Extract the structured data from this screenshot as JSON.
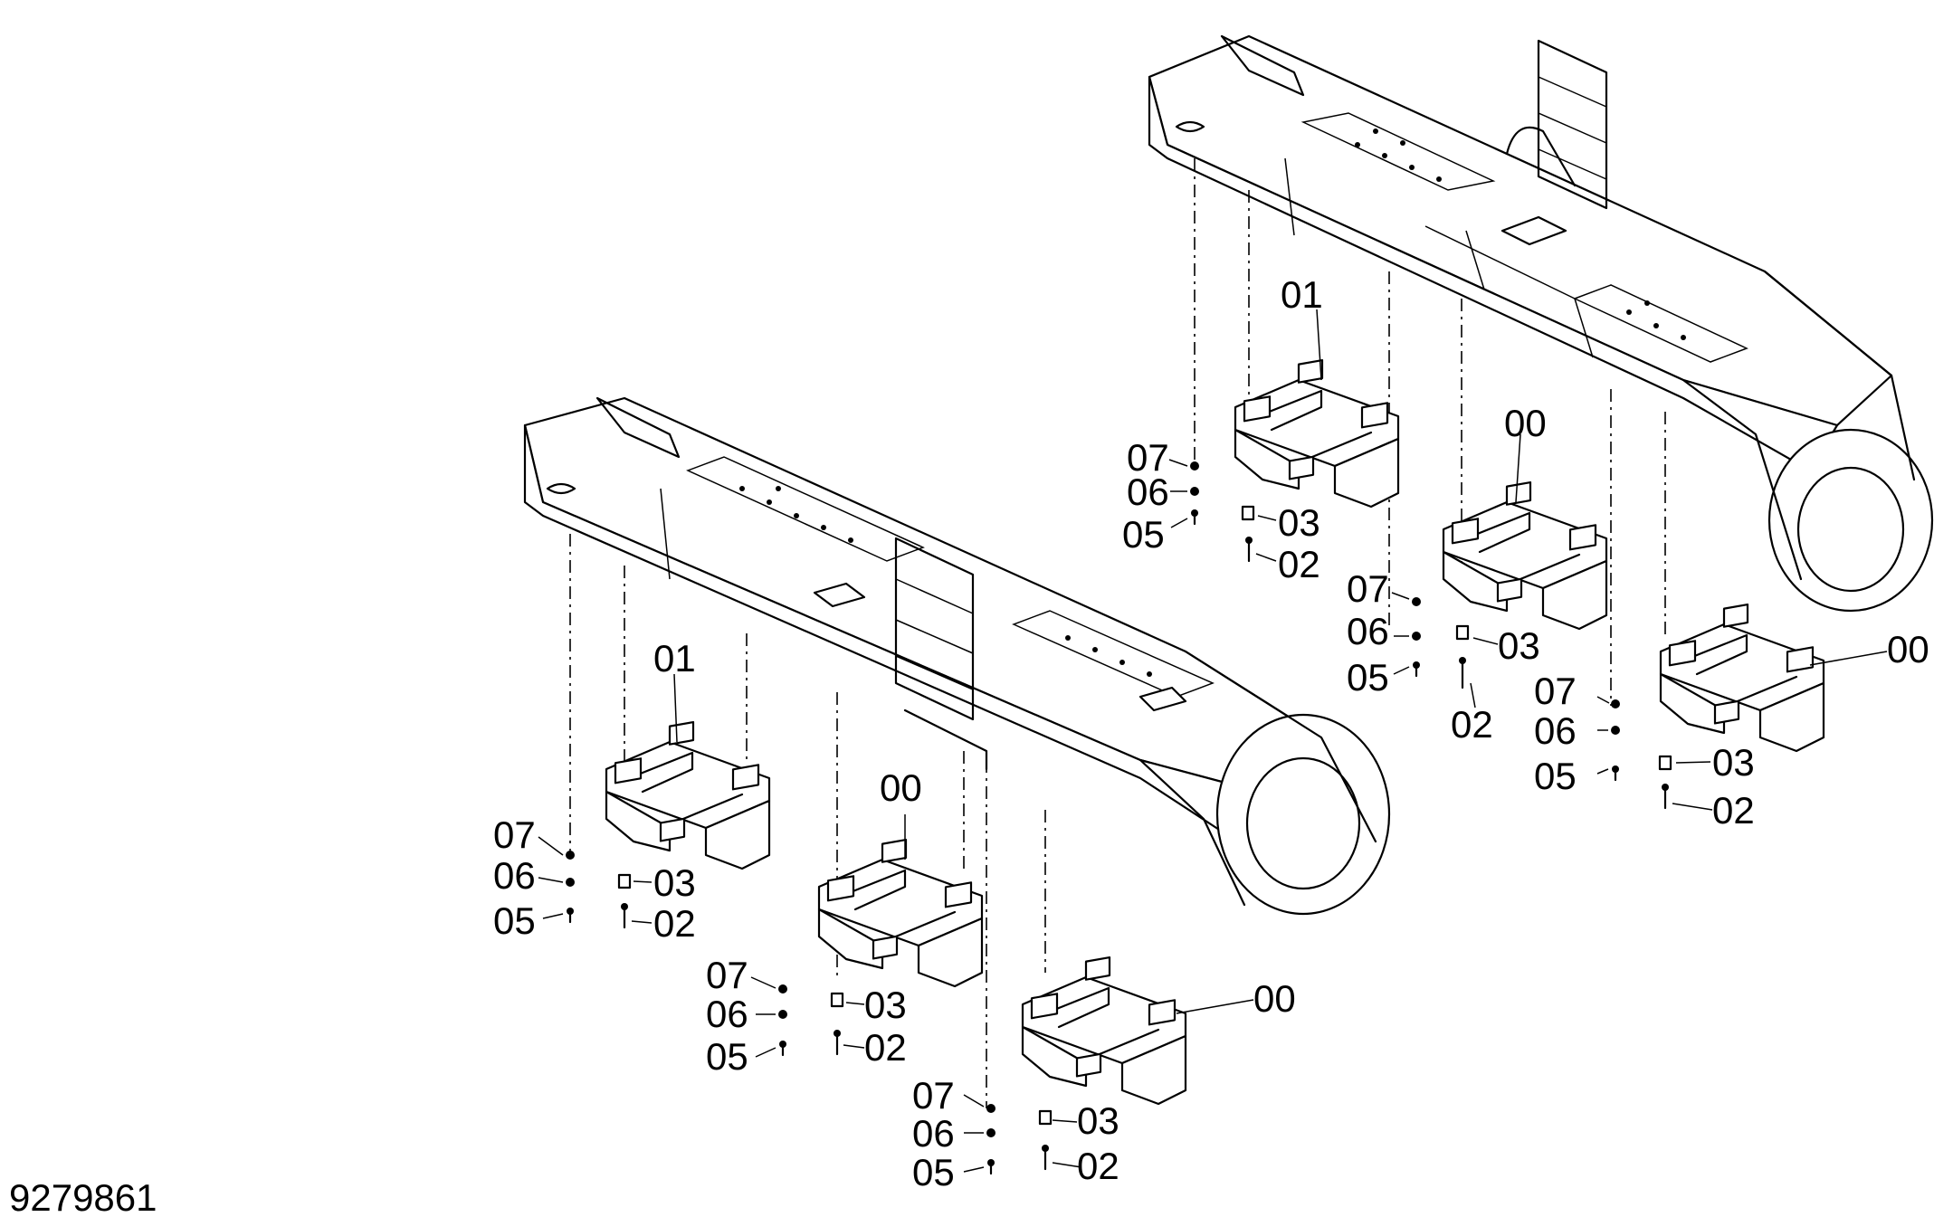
{
  "figure_id": "9279861",
  "part_labels": {
    "p00": "00",
    "p01": "01",
    "p02": "02",
    "p03": "03",
    "p05": "05",
    "p06": "06",
    "p07": "07"
  }
}
